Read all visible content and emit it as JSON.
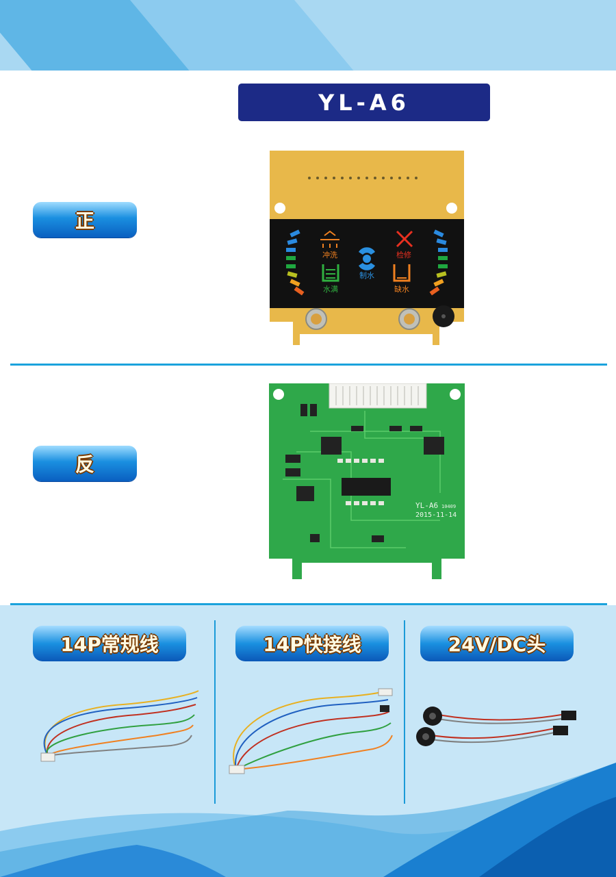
{
  "model": {
    "title": "YL-A6"
  },
  "sides": {
    "front_label": "正",
    "back_label": "反"
  },
  "front_board": {
    "icon_labels": {
      "flush": "冲洗",
      "repair": "检修",
      "make_water": "制水",
      "water_full": "水满",
      "water_short": "缺水"
    }
  },
  "back_board": {
    "silk_model": "YL-A6",
    "silk_code": "10409",
    "silk_date": "2015-11-14"
  },
  "cables": [
    {
      "label": "14P常规线"
    },
    {
      "label": "14P快接线"
    },
    {
      "label": "24V/DC头"
    }
  ],
  "colors": {
    "title_bg": "#1c2a86",
    "pill_blue": "#1a8fe0",
    "divider": "#1aa2dc",
    "pcb_gold": "#e8b84a",
    "pcb_green": "#2fa84a",
    "bottom_bg": "#c7e6f7"
  }
}
